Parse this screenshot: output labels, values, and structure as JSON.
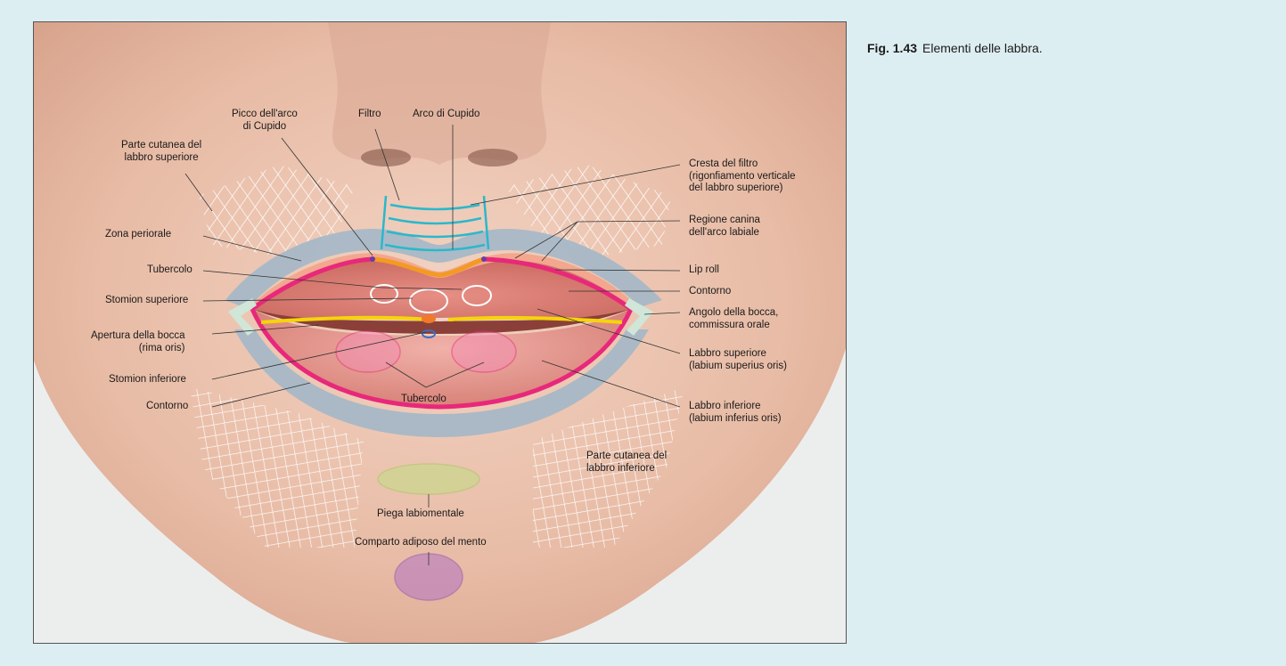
{
  "caption": {
    "number": "Fig. 1.43",
    "text": "Elementi delle labbra."
  },
  "labels": {
    "picco": "Picco dell'arco\ndi Cupido",
    "filtro": "Filtro",
    "arco_cupido": "Arco di Cupido",
    "parte_cutanea_sup": "Parte cutanea del\nlabbro superiore",
    "zona_periorale": "Zona periorale",
    "tubercolo_sup": "Tubercolo",
    "stomion_sup": "Stomion superiore",
    "apertura_bocca": "Apertura della bocca\n(rima oris)",
    "stomion_inf": "Stomion inferiore",
    "contorno_sx": "Contorno",
    "tubercolo_inf": "Tubercolo",
    "cresta_filtro": "Cresta del filtro\n(rigonfiamento verticale\ndel labbro superiore)",
    "regione_canina": "Regione canina\ndell'arco labiale",
    "lip_roll": "Lip roll",
    "contorno_dx": "Contorno",
    "angolo_bocca": "Angolo della bocca,\ncommissura orale",
    "labbro_sup": "Labbro superiore\n(labium superius oris)",
    "labbro_inf": "Labbro inferiore\n(labium inferius oris)",
    "parte_cutanea_inf": "Parte cutanea del\nlabbro inferiore",
    "piega_labiomentale": "Piega labiomentale",
    "comparto_adiposo": "Comparto adiposo del mento"
  },
  "colors": {
    "contour": "#e8287a",
    "cupid_arc": "#f39a22",
    "philtrum": "#2ab8cc",
    "perioral": "#a7b8c6",
    "stomion_sup": "#f07a2a",
    "stomion_inf": "#3a6fc4",
    "commissure": "#cfe6d8",
    "lip_roll_band": "#f2a38a",
    "labiomental": "#c9d98a",
    "chin_fat": "#b77ac2"
  }
}
